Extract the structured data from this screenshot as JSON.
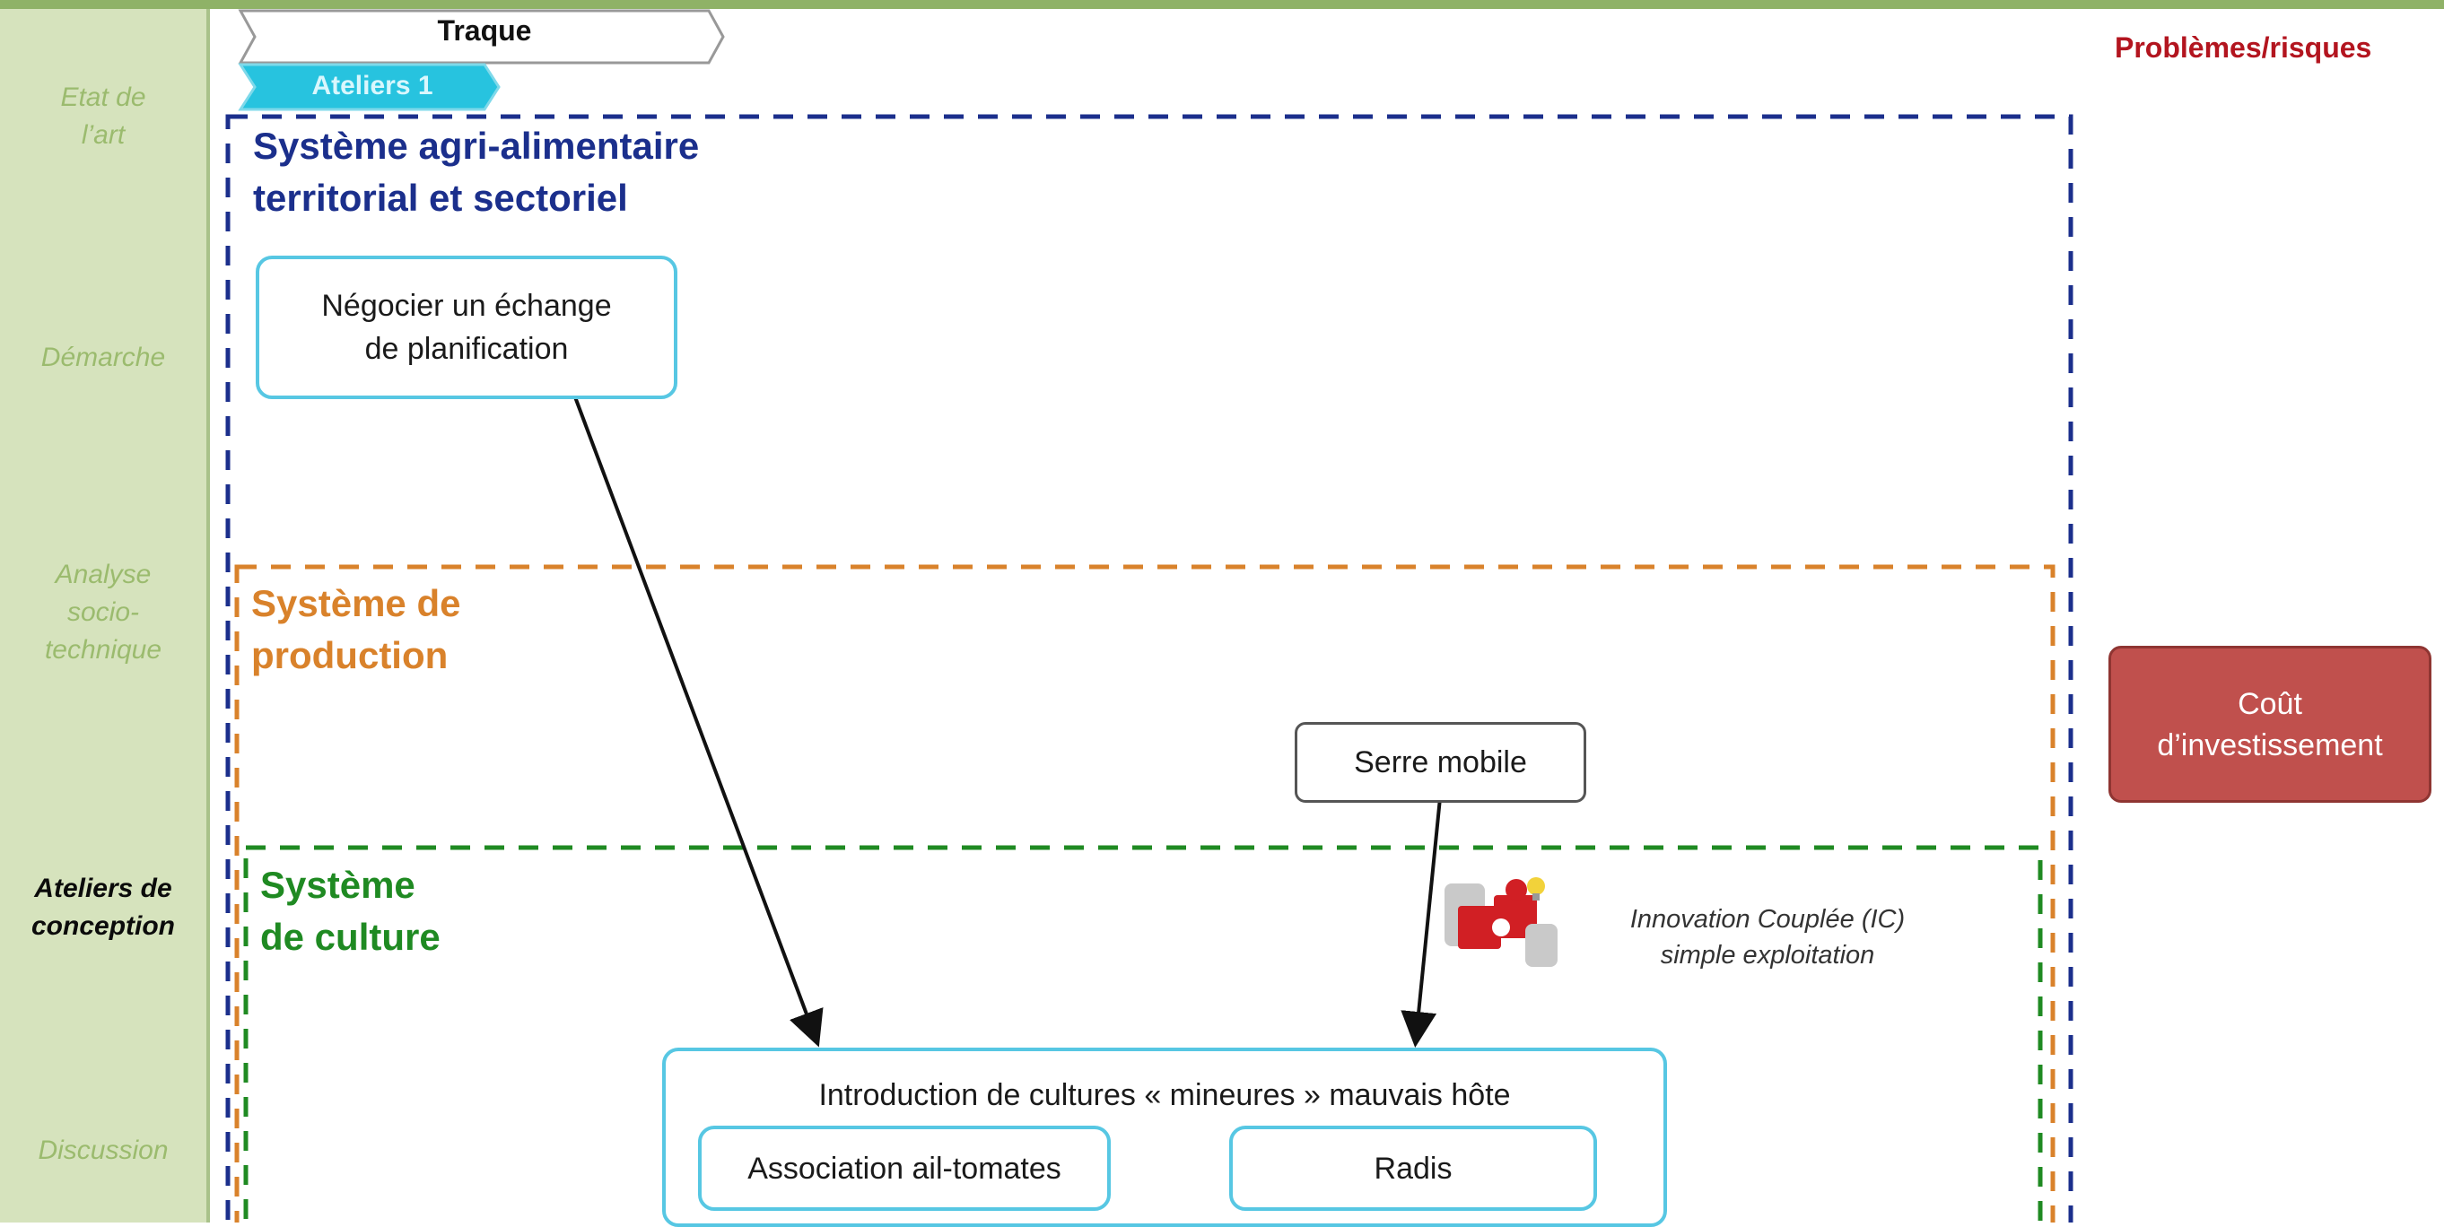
{
  "sidebar": {
    "items": [
      {
        "label": "Etat de\nl’art",
        "active": false
      },
      {
        "label": "Démarche",
        "active": false
      },
      {
        "label": "Analyse\nsocio-\ntechnique",
        "active": false
      },
      {
        "label": "Ateliers de\nconception",
        "active": true
      },
      {
        "label": "Discussion",
        "active": false
      }
    ]
  },
  "header": {
    "traque": "Traque",
    "ateliers": "Ateliers 1"
  },
  "risks": {
    "title": "Problèmes/risques",
    "items": [
      "Coût\nd’investissement"
    ]
  },
  "frames": {
    "territorial": "Système agri-alimentaire\nterritorial et sectoriel",
    "production": "Système de\nproduction",
    "culture": "Système\nde culture"
  },
  "boxes": {
    "negocier": "Négocier un échange\nde planification",
    "serre": "Serre mobile",
    "introduction": "Introduction de cultures « mineures » mauvais hôte",
    "association": "Association ail-tomates",
    "radis": "Radis"
  },
  "innovation_label": "Innovation Couplée (IC)\nsimple exploitation",
  "colors": {
    "territorial": "#1b2f8c",
    "production": "#d9822b",
    "culture": "#1f8a22",
    "risk": "#c0504d",
    "box_border": "#57c7e3"
  }
}
